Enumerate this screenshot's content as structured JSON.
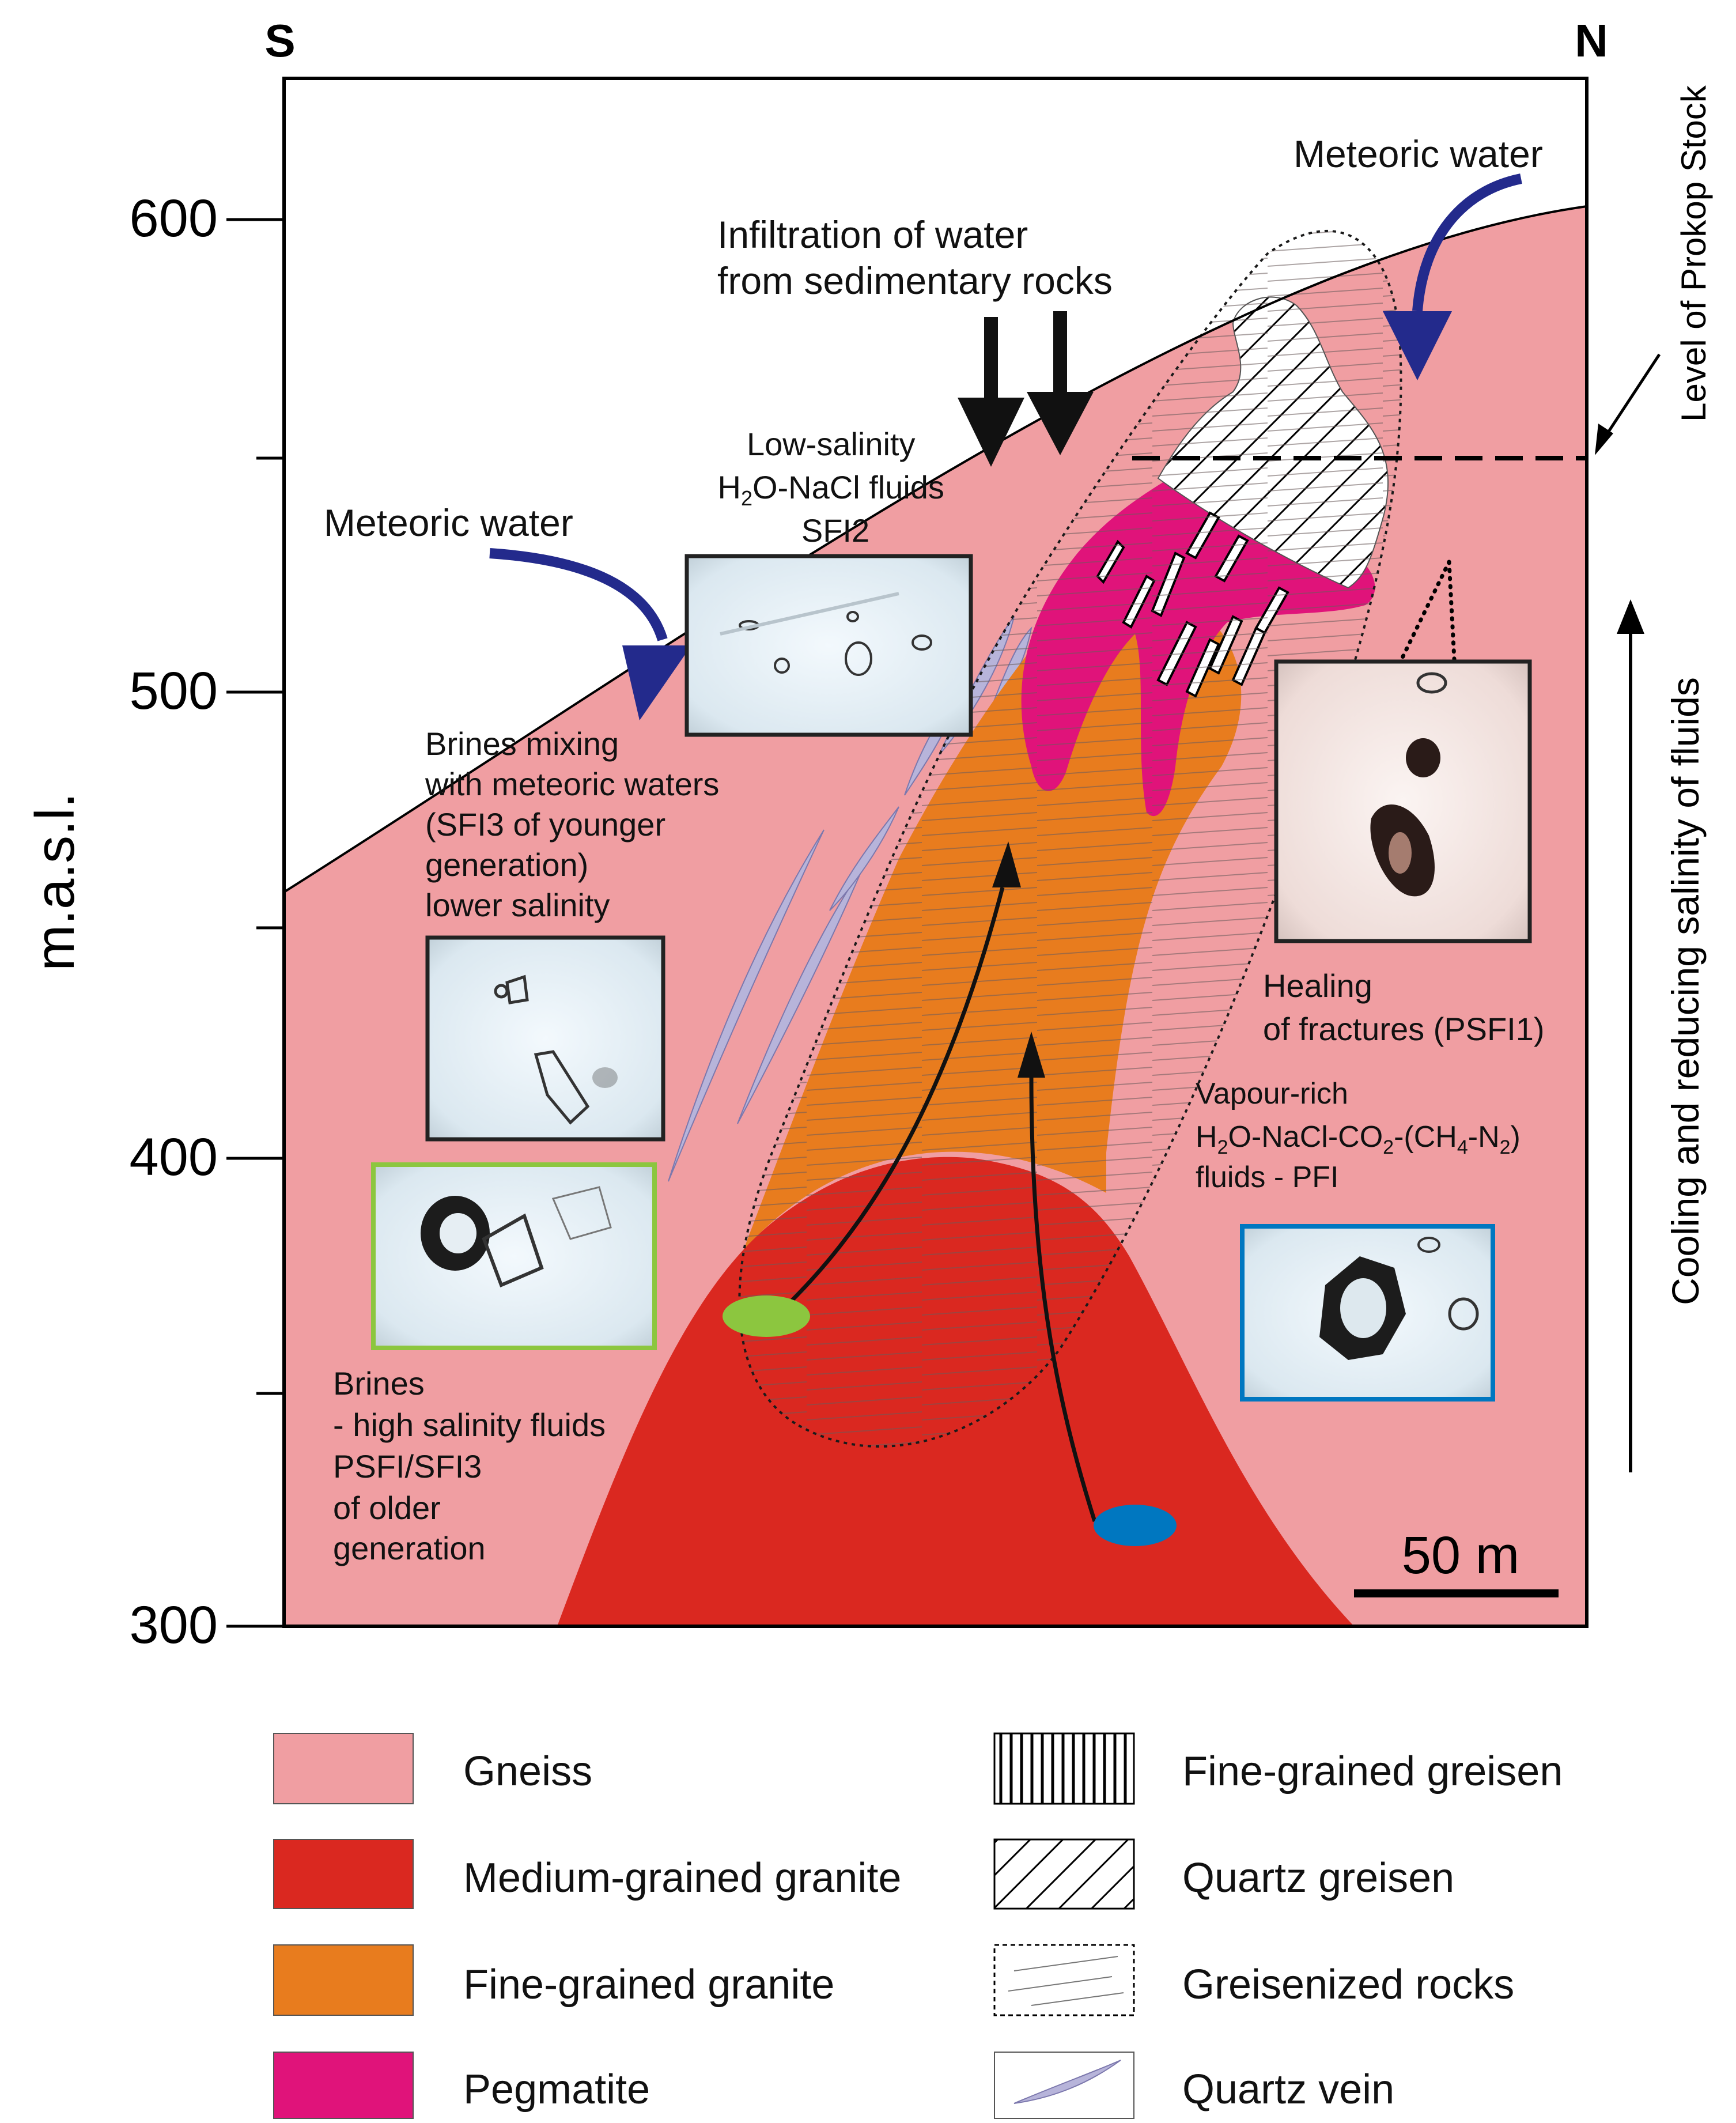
{
  "orientation": {
    "south": "S",
    "north": "N"
  },
  "axis": {
    "label": "m.a.s.l.",
    "ticks": [
      "600",
      "500",
      "400",
      "300"
    ]
  },
  "right_labels": {
    "prokop": "Level of Prokop Stock",
    "cooling": "Cooling and reducing salinity of fluids"
  },
  "scale_bar": "50 m",
  "annotations": {
    "meteoric_right": "Meteoric water",
    "meteoric_left": "Meteoric water",
    "infiltration": [
      "Infiltration of water",
      "from sedimentary rocks"
    ],
    "low_salinity": [
      "Low-salinity",
      "H",
      "2",
      "O-NaCl fluids",
      "SFI2"
    ],
    "mixing": [
      "Brines mixing",
      "with meteoric waters",
      "(SFI3 of younger",
      "generation)",
      "lower salinity"
    ],
    "brines": [
      "Brines",
      "- high salinity fluids",
      "PSFI/SFI3",
      "of older",
      "generation"
    ],
    "healing": [
      "Healing",
      "of fractures (PSFI1)"
    ],
    "vapour": [
      "Vapour-rich",
      "H",
      "2",
      "O-NaCl-CO",
      "2",
      "-(CH",
      "4",
      "-N",
      "2",
      ")",
      "fluids - PFI"
    ]
  },
  "legend": {
    "gneiss": "Gneiss",
    "medium_granite": "Medium-grained granite",
    "fine_granite": "Fine-grained granite",
    "pegmatite": "Pegmatite",
    "fine_greisen": "Fine-grained greisen",
    "quartz_greisen": "Quartz greisen",
    "greisenized": "Greisenized rocks",
    "quartz_vein": "Quartz vein"
  },
  "colors": {
    "gneiss": "#f09ea2",
    "medium_granite": "#da2820",
    "fine_granite": "#e87c1e",
    "pegmatite": "#e0137a",
    "quartz_vein": "#b7b4da",
    "meteoric_arrow": "#232a8c",
    "inclusion_green": "#8cc63f",
    "inclusion_blue": "#0077c0"
  }
}
